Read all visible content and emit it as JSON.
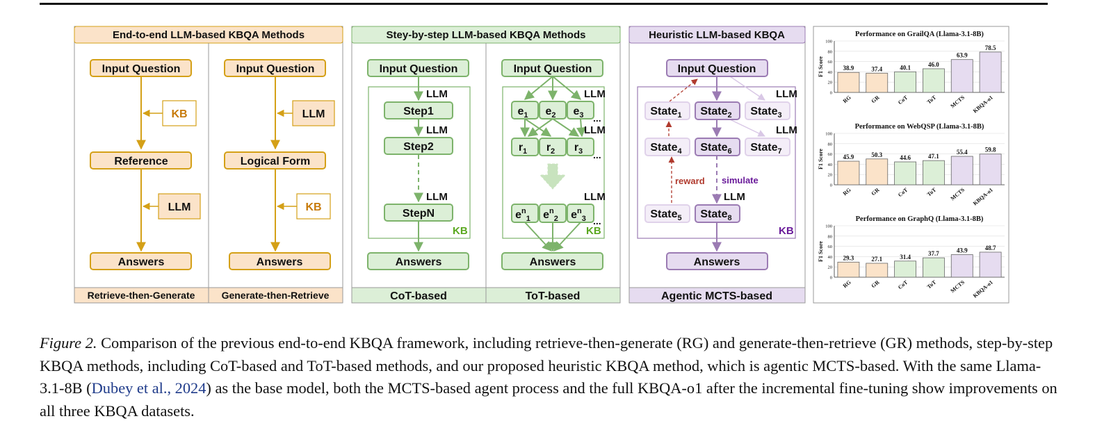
{
  "colors": {
    "orange_border": "#d4a017",
    "orange_fill": "#fbe3c9",
    "orange_text": "#c77a0a",
    "green_border": "#7db36b",
    "green_fill": "#dcefd7",
    "green_text": "#5aa81f",
    "purple_border": "#9b7bb3",
    "purple_fill": "#e6dcf0",
    "purple_light": "#f4eef8",
    "purple_text": "#6a1b9a",
    "reward_red": "#b03a2e"
  },
  "panels": {
    "end_to_end": {
      "title": "End-to-end LLM-based KBQA Methods",
      "rg": {
        "label": "Retrieve-then-Generate",
        "input": "Input Question",
        "side1": "KB",
        "middle": "Reference",
        "side2": "LLM",
        "output": "Answers"
      },
      "gr": {
        "label": "Generate-then-Retrieve",
        "input": "Input Question",
        "side1": "LLM",
        "middle": "Logical Form",
        "side2": "KB",
        "output": "Answers"
      }
    },
    "step_by_step": {
      "title": "Stey-by-step LLM-based KBQA Methods",
      "cot": {
        "label": "CoT-based",
        "input": "Input Question",
        "llm": "LLM",
        "step1": "Step1",
        "step2": "Step2",
        "stepn": "StepN",
        "kb": "KB",
        "output": "Answers"
      },
      "tot": {
        "label": "ToT-based",
        "input": "Input Question",
        "llm": "LLM",
        "e": "e",
        "r": "r",
        "n": "n",
        "s1": "1",
        "s2": "2",
        "s3": "3",
        "dots": "...",
        "kb": "KB",
        "output": "Answers"
      }
    },
    "heuristic": {
      "title": "Heuristic LLM-based KBQA",
      "label": "Agentic MCTS-based",
      "input": "Input Question",
      "state": "State",
      "llm": "LLM",
      "reward": "reward",
      "simulate": "simulate",
      "kb": "KB",
      "output": "Answers"
    }
  },
  "chart_data": [
    {
      "type": "bar",
      "title": "Performance on GrailQA (Llama-3.1-8B)",
      "ylabel": "F1 Score",
      "ylim": [
        0,
        100
      ],
      "yticks": [
        "0",
        "20",
        "40",
        "60",
        "80",
        "100"
      ],
      "categories": [
        "RG",
        "GR",
        "CoT",
        "ToT",
        "MCTS",
        "KBQA-o1"
      ],
      "values": [
        38.9,
        37.4,
        40.1,
        46.0,
        63.9,
        78.5
      ],
      "value_labels": [
        "38.9",
        "37.4",
        "40.1",
        "46.0",
        "63.9",
        "78.5"
      ]
    },
    {
      "type": "bar",
      "title": "Performance on WebQSP (Llama-3.1-8B)",
      "ylabel": "F1 Score",
      "ylim": [
        0,
        100
      ],
      "yticks": [
        "0",
        "20",
        "40",
        "60",
        "80",
        "100"
      ],
      "categories": [
        "RG",
        "GR",
        "CoT",
        "ToT",
        "MCTS",
        "KBQA-o1"
      ],
      "values": [
        45.9,
        50.3,
        44.6,
        47.1,
        55.4,
        59.8
      ],
      "value_labels": [
        "45.9",
        "50.3",
        "44.6",
        "47.1",
        "55.4",
        "59.8"
      ]
    },
    {
      "type": "bar",
      "title": "Performance on GraphQ (Llama-3.1-8B)",
      "ylabel": "F1 Score",
      "ylim": [
        0,
        100
      ],
      "yticks": [
        "0",
        "20",
        "40",
        "60",
        "80",
        "100"
      ],
      "categories": [
        "RG",
        "GR",
        "CoT",
        "ToT",
        "MCTS",
        "KBQA-o1"
      ],
      "values": [
        29.3,
        27.1,
        31.4,
        37.7,
        43.9,
        48.7
      ],
      "value_labels": [
        "29.3",
        "27.1",
        "31.4",
        "37.7",
        "43.9",
        "48.7"
      ]
    }
  ],
  "bar_colors": [
    "#fbe3c9",
    "#fbe3c9",
    "#dcefd7",
    "#dcefd7",
    "#e6dcf0",
    "#e6dcf0"
  ],
  "caption": {
    "label": "Figure 2.",
    "text1": " Comparison of the previous end-to-end KBQA framework, including retrieve-then-generate (RG) and generate-then-retrieve (GR) methods, step-by-step KBQA methods, including CoT-based and ToT-based methods, and our proposed heuristic KBQA method, which is agentic MCTS-based. With the same Llama-3.1-8B (",
    "cite": "Dubey et al., 2024",
    "text2": ") as the base model, both the MCTS-based agent process and the full KBQA-o1 after the incremental fine-tuning show improvements on all three KBQA datasets."
  }
}
